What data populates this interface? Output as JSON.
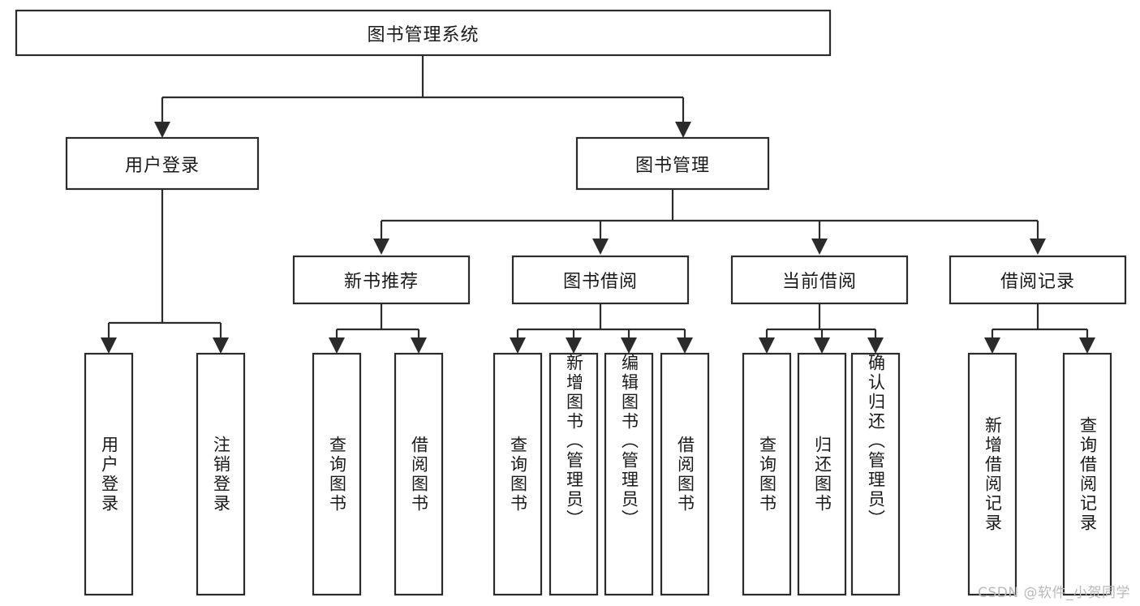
{
  "diagram": {
    "title": "图书管理系统",
    "type": "tree-hierarchy-diagram",
    "style": {
      "box_fill": "#ffffff",
      "box_stroke": "#2b2b2b",
      "connector_color": "#2b2b2b",
      "text_color": "#1a1a1a",
      "background": "#ffffff",
      "watermark_color": "#b9b9b9"
    },
    "root": {
      "label": "图书管理系统",
      "orientation": "horizontal"
    },
    "level2": [
      {
        "label": "用户登录",
        "orientation": "horizontal"
      },
      {
        "label": "图书管理",
        "orientation": "horizontal"
      }
    ],
    "level3": [
      {
        "label": "新书推荐",
        "orientation": "horizontal"
      },
      {
        "label": "图书借阅",
        "orientation": "horizontal"
      },
      {
        "label": "当前借阅",
        "orientation": "horizontal"
      },
      {
        "label": "借阅记录",
        "orientation": "horizontal"
      }
    ],
    "groups": [
      {
        "parent": "用户登录",
        "leaves": [
          {
            "label": "用户登录",
            "orientation": "vertical"
          },
          {
            "label": "注销登录",
            "orientation": "vertical"
          }
        ]
      },
      {
        "parent": "新书推荐",
        "leaves": [
          {
            "label": "查询图书",
            "orientation": "vertical"
          },
          {
            "label": "借阅图书",
            "orientation": "vertical"
          }
        ]
      },
      {
        "parent": "图书借阅",
        "leaves": [
          {
            "label": "查询图书",
            "orientation": "vertical"
          },
          {
            "label": "新增图书（管理员）",
            "orientation": "vertical"
          },
          {
            "label": "编辑图书（管理员）",
            "orientation": "vertical"
          },
          {
            "label": "借阅图书",
            "orientation": "vertical"
          }
        ]
      },
      {
        "parent": "当前借阅",
        "leaves": [
          {
            "label": "查询图书",
            "orientation": "vertical"
          },
          {
            "label": "归还图书",
            "orientation": "vertical"
          },
          {
            "label": "确认归还（管理员）",
            "orientation": "vertical"
          }
        ]
      },
      {
        "parent": "借阅记录",
        "leaves": [
          {
            "label": "新增借阅记录",
            "orientation": "vertical"
          },
          {
            "label": "查询借阅记录",
            "orientation": "vertical"
          }
        ]
      }
    ]
  },
  "watermark": {
    "text": "CSDN @软件_小贺同学"
  }
}
